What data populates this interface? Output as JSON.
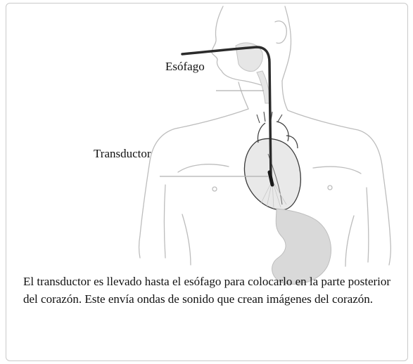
{
  "labels": {
    "esophagus": "Esófago",
    "transducer": "Transductor"
  },
  "caption": "El transductor es llevado hasta el esófago para colocarlo en la parte posterior del corazón. Este envía ondas de sonido que crean imágenes del corazón.",
  "colors": {
    "outline": "#bdbdbd",
    "probe": "#2b2b2b",
    "heart_fill": "#e9e9e9",
    "stomach_fill": "#d9d9d9",
    "leader_line": "#b0b0b0"
  }
}
